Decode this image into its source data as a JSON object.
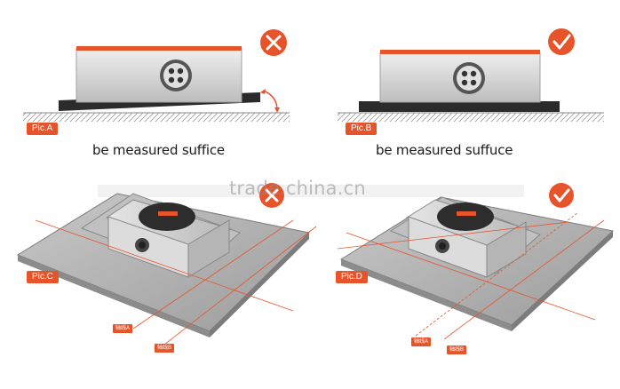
{
  "panels": {
    "a": {
      "label": "Pic.A",
      "caption": "be measured suffice",
      "status": "wrong"
    },
    "b": {
      "label": "Pic.B",
      "caption": "be measured suffuce",
      "status": "correct"
    },
    "c": {
      "label": "Pic.C",
      "axis_a": "轴线A",
      "axis_b": "轴线B",
      "status": "wrong"
    },
    "d": {
      "label": "Pic.D",
      "axis_a": "轴线A",
      "axis_b": "轴线B",
      "status": "correct"
    }
  },
  "watermark": "trade.china.cn",
  "colors": {
    "accent": "#e8542a",
    "device_body": "#d6d6d6",
    "base": "#2b2b2b",
    "plate": "#a9a9a9"
  }
}
